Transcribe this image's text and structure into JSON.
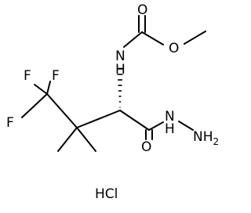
{
  "molecule": {
    "atoms": {
      "o_carbonyl_carbamate": "O",
      "o_ester": "O",
      "nh_carbamate": "N",
      "h_carbamate": "H",
      "f_top": "F",
      "f_middle": "F",
      "f_left": "F",
      "n_hydrazide": "N",
      "h_hydrazide": "H",
      "nh2_terminal": "NH",
      "nh2_subscript": "2",
      "o_carbonyl_amide": "O"
    },
    "salt": "HCl"
  },
  "colors": {
    "bond": "#000000",
    "text": "#000000",
    "background": "#ffffff"
  }
}
